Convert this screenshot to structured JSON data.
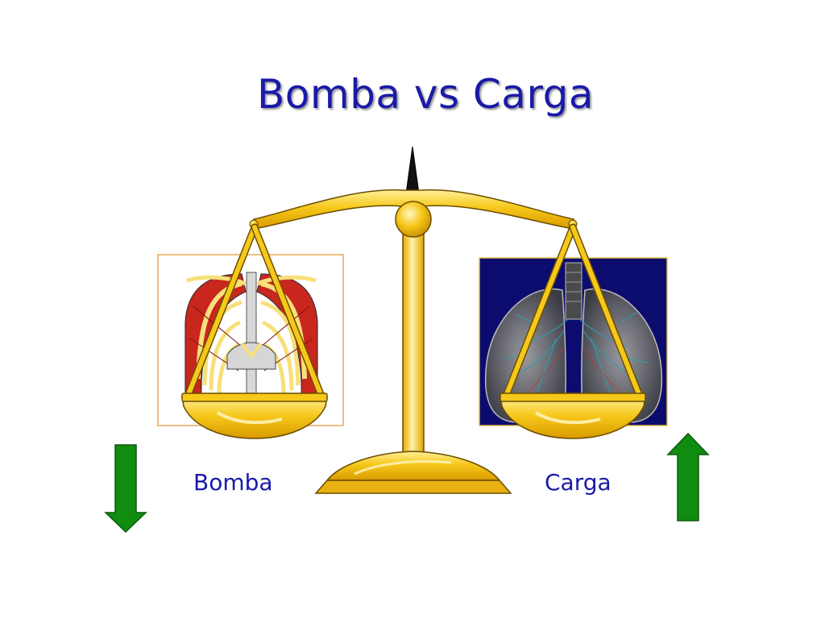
{
  "slide": {
    "title": "Bomba  vs  Carga"
  },
  "labels": {
    "left": "Bomba",
    "right": "Carga"
  },
  "arrows": {
    "left_direction": "down",
    "right_direction": "up"
  },
  "colors": {
    "title_text": "#1a1aa8",
    "scale_gold": "#f2c418",
    "scale_outline": "#6b4e00",
    "arrow_green": "#108c10",
    "lungs_panel": "#0c0c6e",
    "ribcage_frame": "#e8a95a"
  },
  "icons": {
    "scale": "balance-scale-icon",
    "ribcage": "ribcage-illustration",
    "lungs": "lungs-illustration",
    "down_arrow": "arrow-down-icon",
    "up_arrow": "arrow-up-icon"
  }
}
